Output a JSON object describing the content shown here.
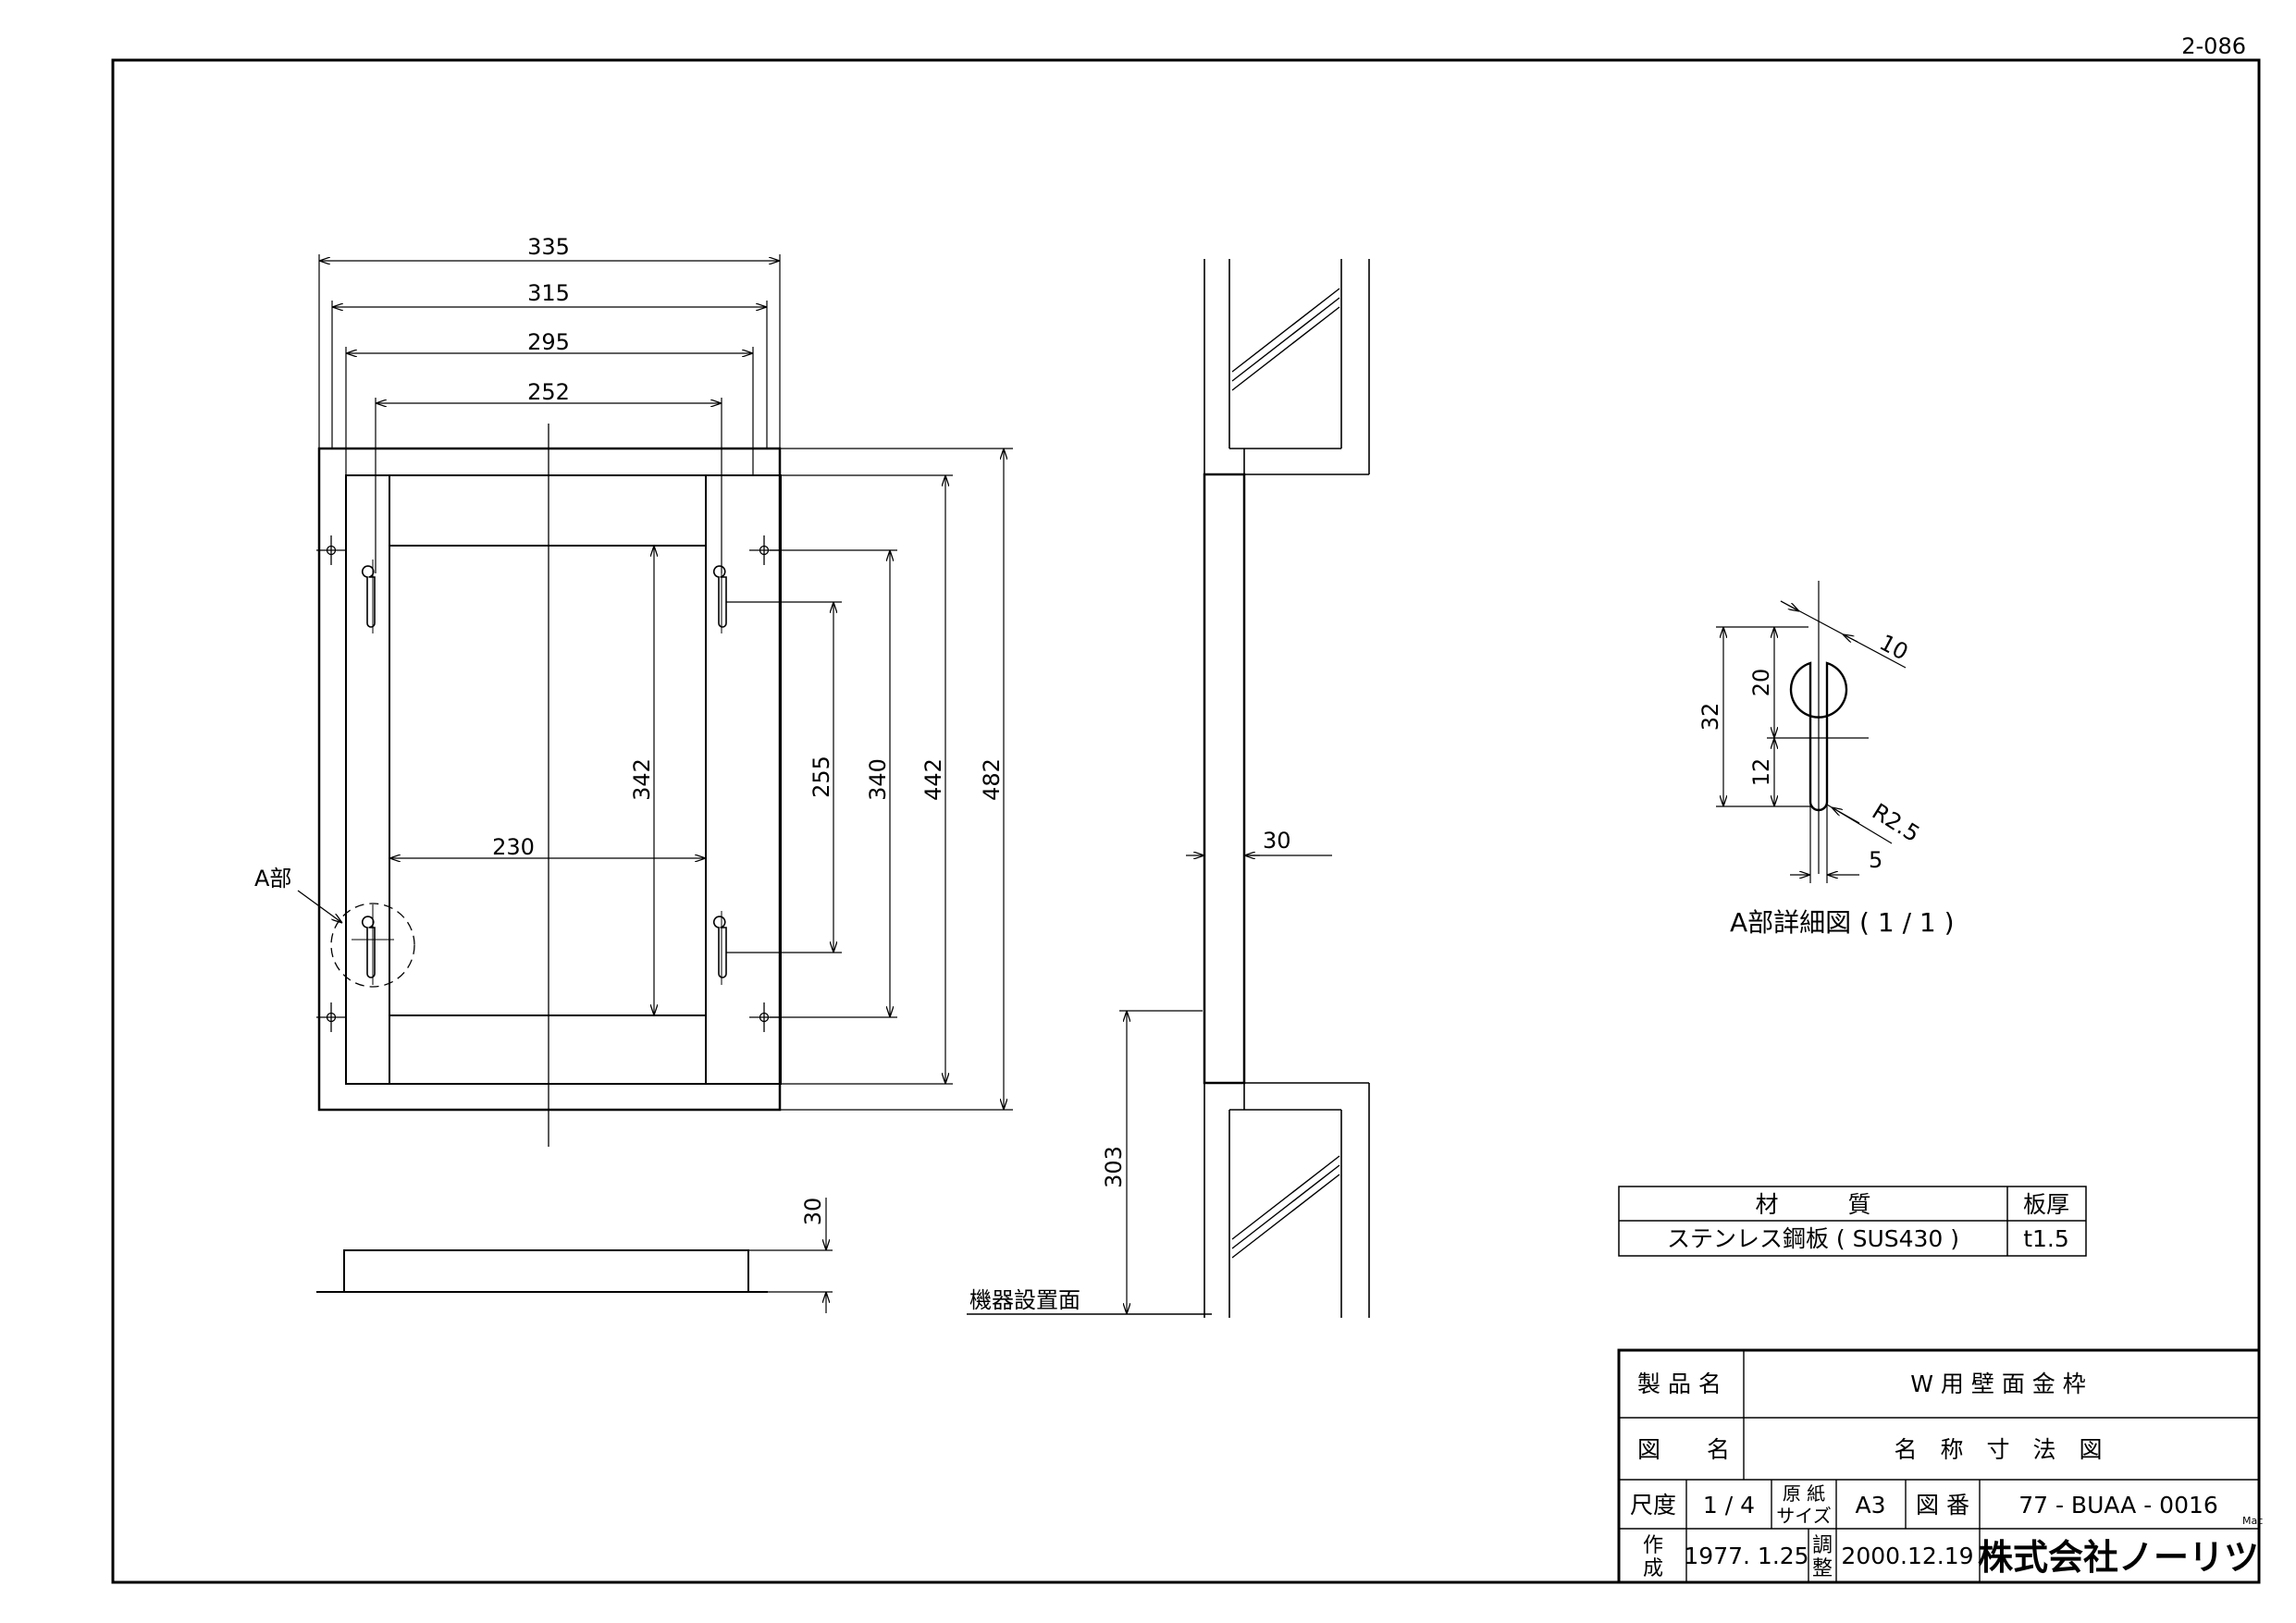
{
  "sheet_number": "2-086",
  "front_view": {
    "widths": [
      "335",
      "315",
      "295",
      "252",
      "230"
    ],
    "heights": [
      "342",
      "255",
      "340",
      "442",
      "482"
    ],
    "part_a_label": "A部"
  },
  "bottom_view": {
    "thickness": "30"
  },
  "side_view": {
    "depth": "30",
    "install_height": "303",
    "install_surface_label": "機器設置面"
  },
  "detail_a": {
    "dims": {
      "circle": "10",
      "total": "32",
      "upper": "20",
      "lower": "12",
      "radius": "R2.5",
      "width": "5"
    },
    "caption": "A部詳細図 ( 1 / 1 )"
  },
  "material_table": {
    "header_material": "材　　　質",
    "header_thickness": "板厚",
    "material": "ステンレス鋼板 ( SUS430 )",
    "thickness": "t1.5"
  },
  "title_block": {
    "product_name_label": "製 品 名",
    "product_name": "W 用 壁 面 金 枠",
    "drawing_name_label": "図　　名",
    "drawing_name": "名　称　寸　法　図",
    "scale_label": "尺度",
    "scale": "1 / 4",
    "paper_size_label_1": "原 紙",
    "paper_size_label_2": "サイズ",
    "paper_size": "A3",
    "drawing_no_label": "図 番",
    "drawing_no": "77 - BUAA - 0016",
    "mac_tag": "Mac",
    "created_label_1": "作",
    "created_label_2": "成",
    "created_date": "1977. 1.25",
    "adjusted_label_1": "調",
    "adjusted_label_2": "整",
    "adjusted_date": "2000.12.19",
    "company": "株式会社ノーリツ"
  }
}
